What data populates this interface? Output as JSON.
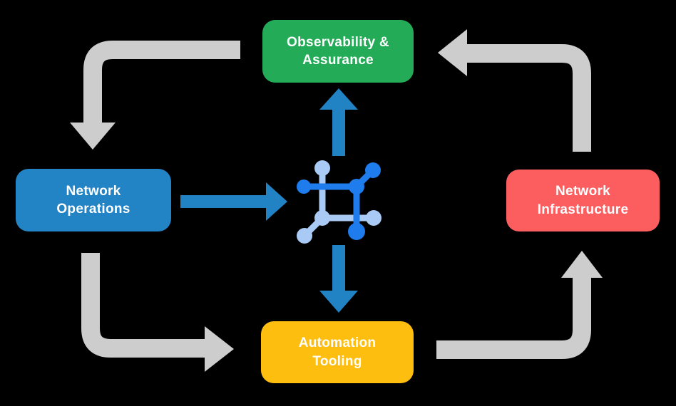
{
  "diagram": {
    "nodes": [
      {
        "id": "observability-assurance",
        "label": "Observability & Assurance",
        "label_line1": "Observability &",
        "label_line2": "Assurance",
        "color": "#23AB58"
      },
      {
        "id": "network-operations",
        "label": "Network Operations",
        "label_line1": "Network",
        "label_line2": "Operations",
        "color": "#2283C5"
      },
      {
        "id": "network-infrastructure",
        "label": "Network Infrastructure",
        "label_line1": "Network",
        "label_line2": "Infrastructure",
        "color": "#FC5D5E"
      },
      {
        "id": "automation-tooling",
        "label": "Automation Tooling",
        "label_line1": "Automation",
        "label_line2": "Tooling",
        "color": "#FEBE10"
      }
    ],
    "center_icon": {
      "name": "network-node-icon",
      "color_primary": "#1E7CEC",
      "color_secondary": "#A8CAF5"
    },
    "colors": {
      "cycle_arrow_gray": "#CDCDCD",
      "straight_arrow_blue": "#2182C4",
      "node_text": "#FFFFFF",
      "background": "#000000"
    },
    "edges": {
      "gray_cycle": [
        {
          "from": "observability-assurance",
          "to": "network-operations"
        },
        {
          "from": "network-operations",
          "to": "automation-tooling"
        },
        {
          "from": "automation-tooling",
          "to": "network-infrastructure"
        },
        {
          "from": "network-infrastructure",
          "to": "observability-assurance"
        }
      ],
      "blue": [
        {
          "from": "network-operations",
          "to": "center-icon"
        },
        {
          "from": "center-icon",
          "to": "observability-assurance"
        },
        {
          "from": "center-icon",
          "to": "automation-tooling"
        }
      ]
    }
  }
}
